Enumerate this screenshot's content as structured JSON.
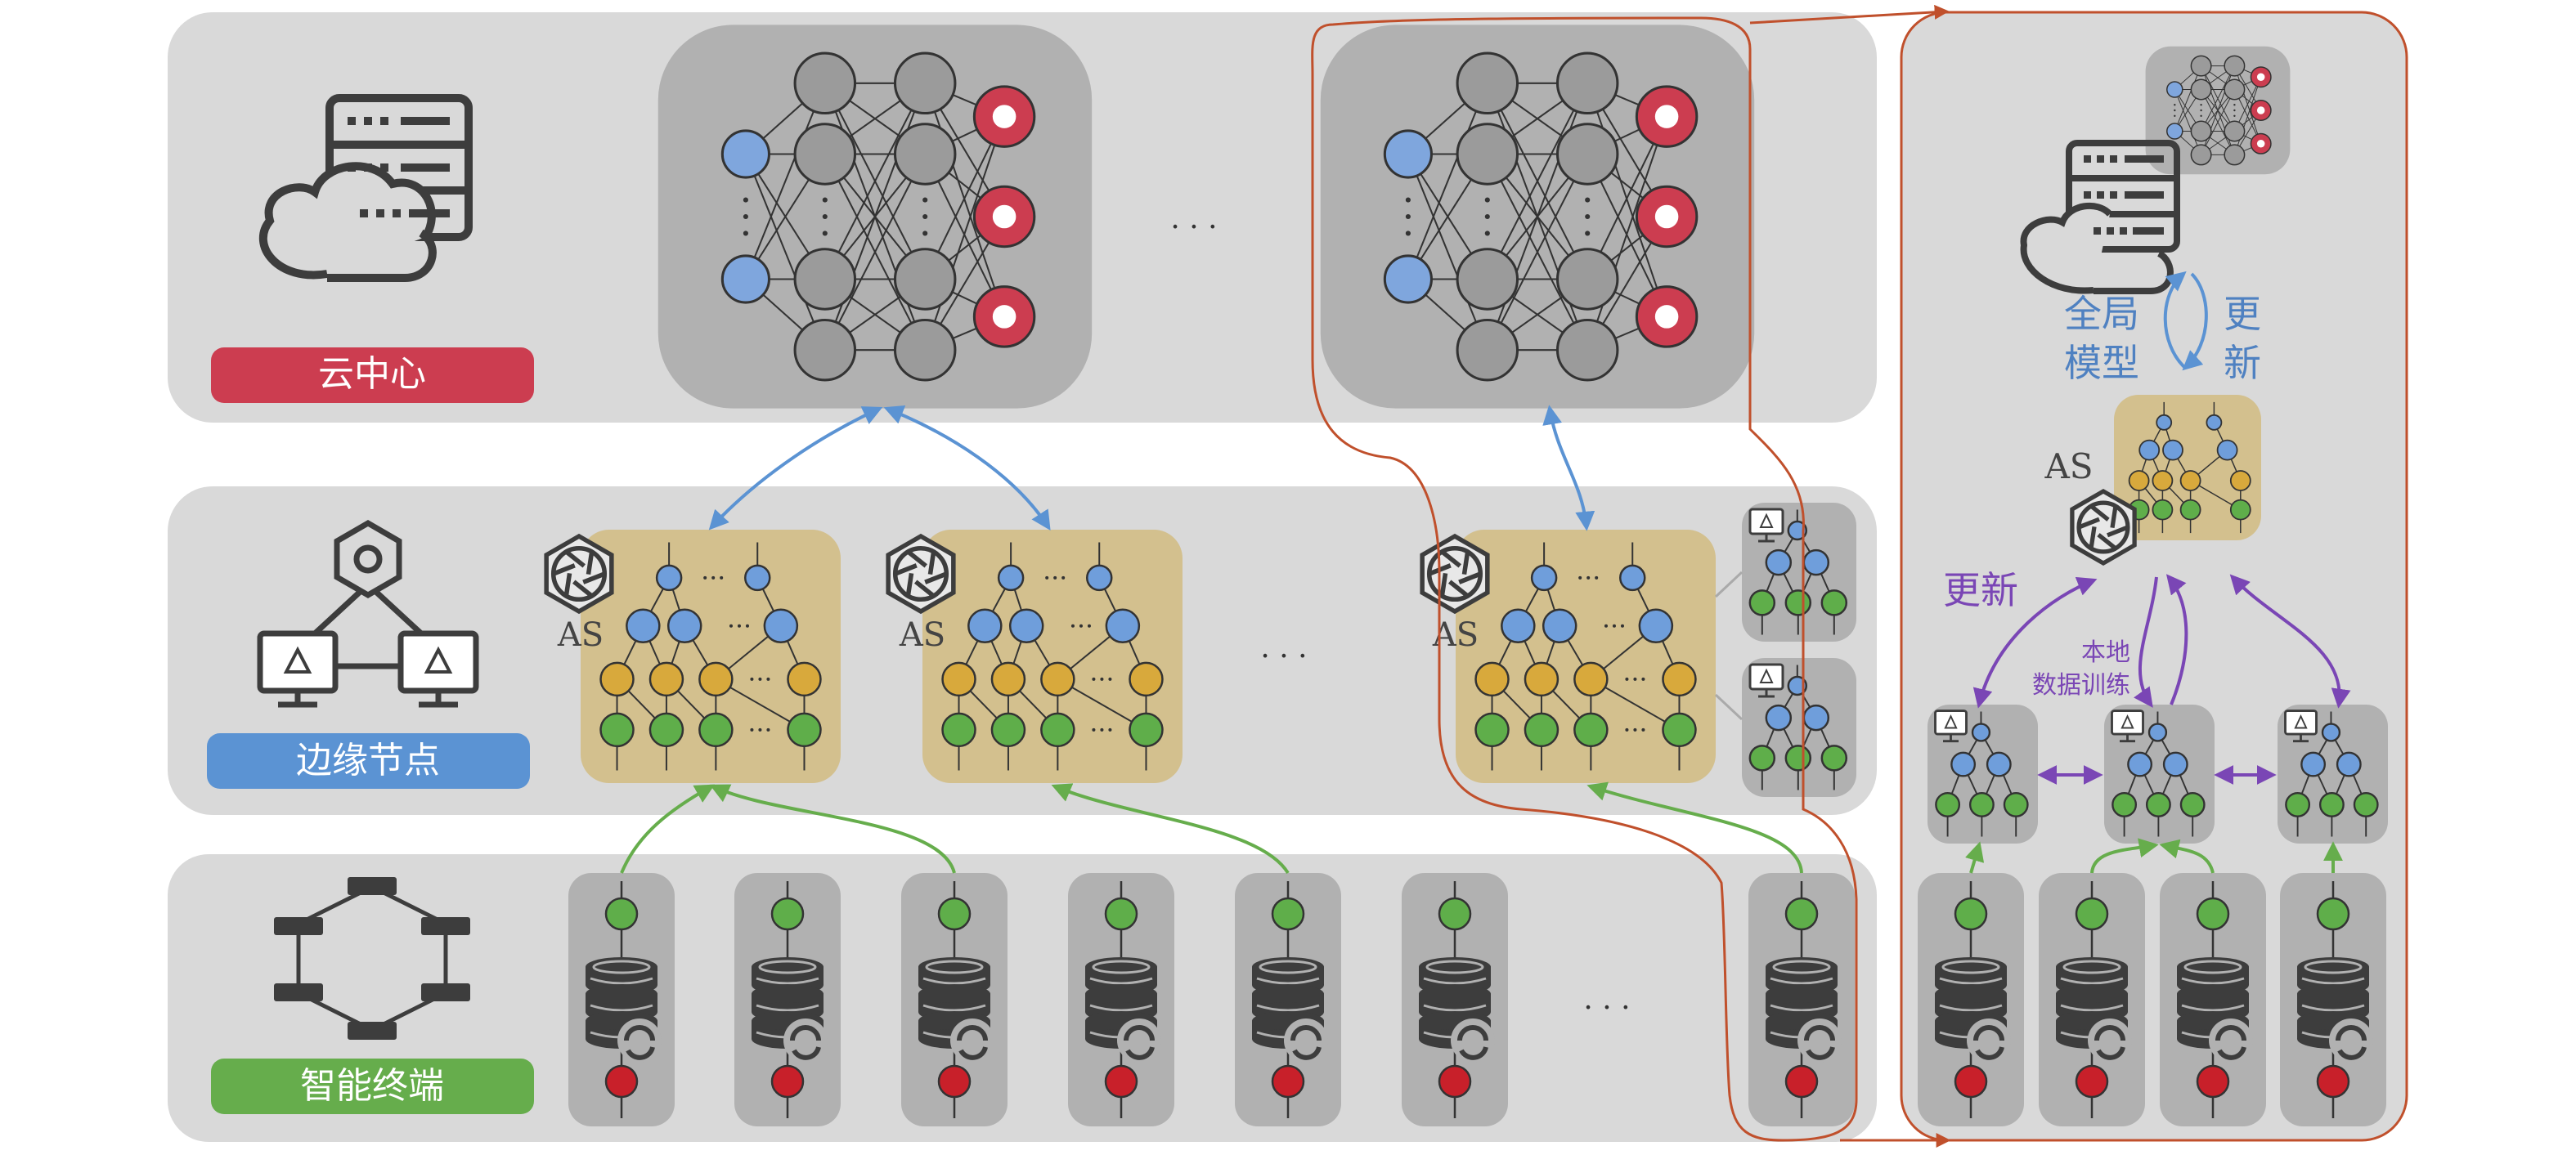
{
  "tiers": {
    "cloud": {
      "label": "云中心",
      "color": "#cc3d50"
    },
    "edge": {
      "label": "边缘节点",
      "color": "#5b93d3"
    },
    "device": {
      "label": "智能终端",
      "color": "#66ad4c"
    }
  },
  "ellipsis": "· · ·",
  "as_label": "AS",
  "panel": {
    "global_model": [
      "全局",
      "模型"
    ],
    "update": [
      "更",
      "新"
    ],
    "update2": "更新",
    "local_train": [
      "本地",
      "数据训练"
    ]
  },
  "colors": {
    "tier_bg": "#d9d9d9",
    "nn_bg": "#b1b1b1",
    "node_gray": "#9b9b9b",
    "input_blue": "#7fa6dd",
    "output_red": "#cc3d50",
    "tree_bg": "#d3c08e",
    "tree_blue": "#6f9edb",
    "tree_yellow": "#d8a93c",
    "tree_green": "#5fae4a",
    "device_red": "#c8202a",
    "arrow_blue": "#5b93d3",
    "arrow_green": "#66ad4c",
    "arrow_purple": "#7a46b5",
    "outline_orange": "#c0502c",
    "icon_dark": "#3d3d3d"
  }
}
